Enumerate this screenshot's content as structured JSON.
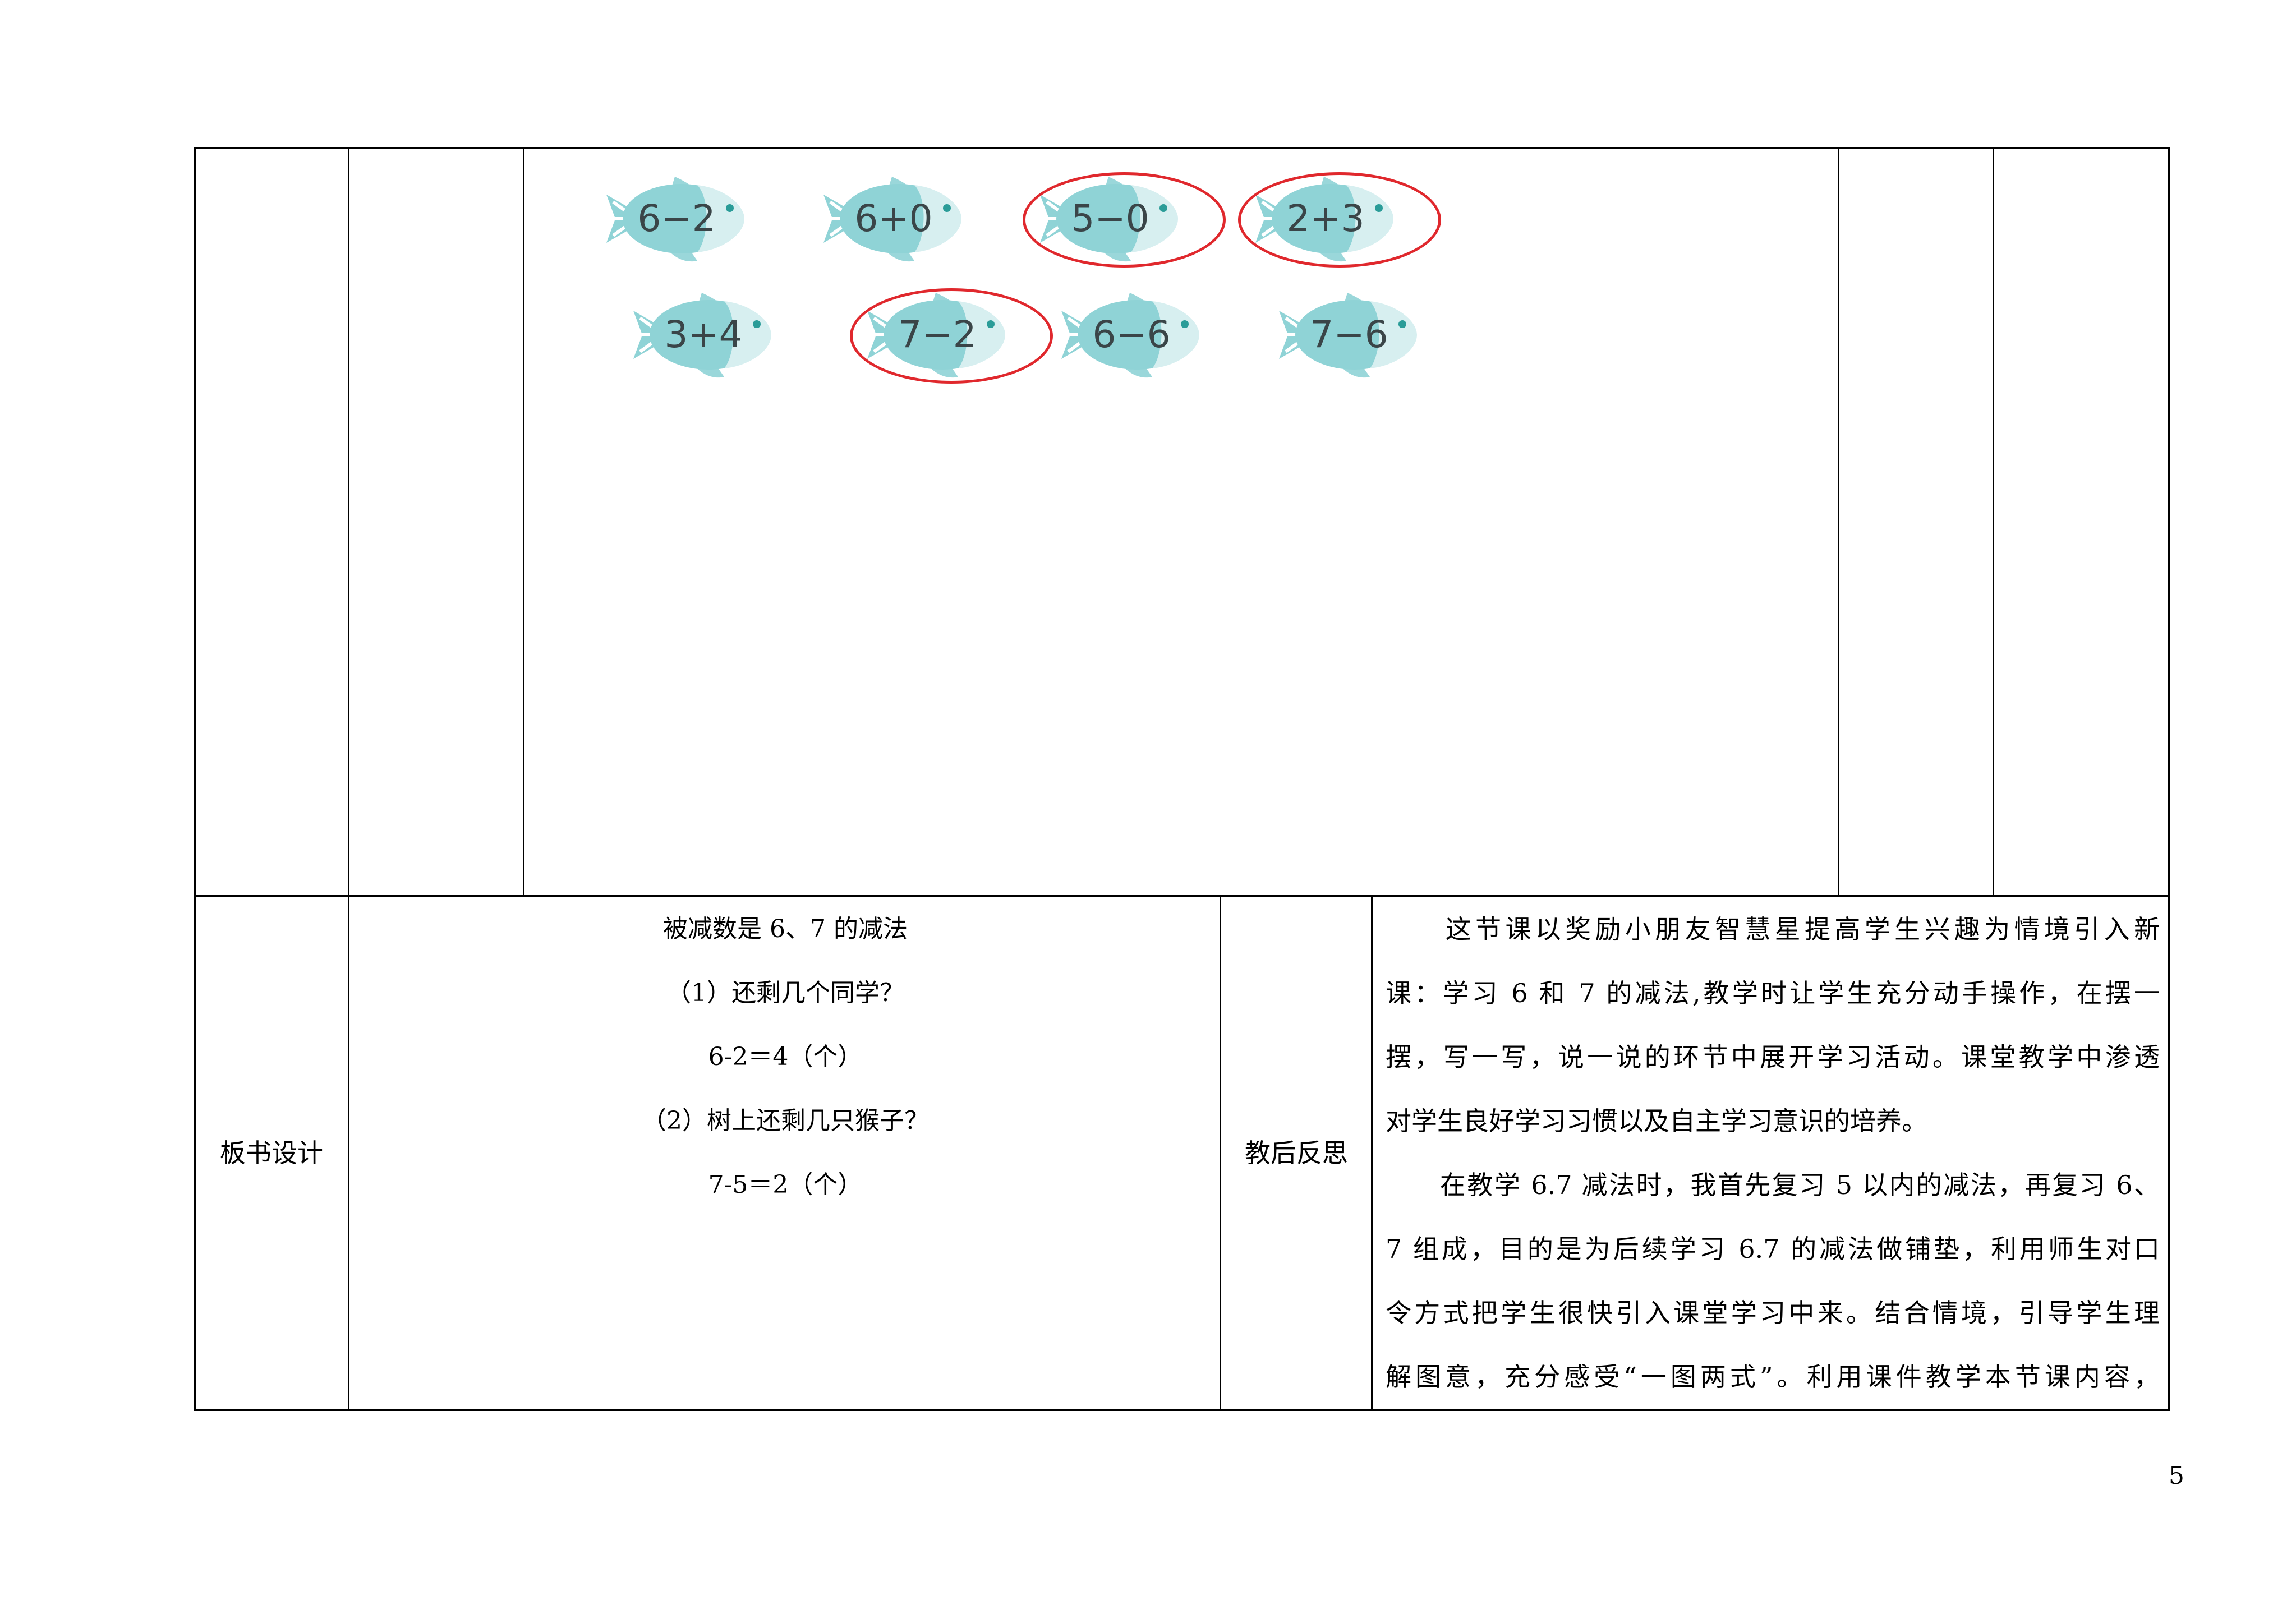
{
  "fish_rows": [
    [
      {
        "expr": "6−2",
        "circled": false
      },
      {
        "expr": "6+0",
        "circled": false
      },
      {
        "expr": "5−0",
        "circled": true
      },
      {
        "expr": "2+3",
        "circled": true
      }
    ],
    [
      {
        "expr": "3+4",
        "circled": false
      },
      {
        "expr": "7−2",
        "circled": true
      },
      {
        "expr": "6−6",
        "circled": false
      },
      {
        "expr": "7−6",
        "circled": false
      }
    ]
  ],
  "board_design": {
    "label": "板书设计",
    "lines": [
      "被减数是 6、7 的减法",
      "（1）还剩几个同学？",
      "6-2＝4（个）",
      "（2）树上还剩几只猴子？",
      "7-5＝2（个）"
    ]
  },
  "reflection": {
    "label": "教后反思",
    "lines": [
      "　　这节课以奖励小朋友智慧星提高学生兴趣为情境引入新",
      "课：学习 6 和 7 的减法,教学时让学生充分动手操作，在摆一",
      "摆，写一写，说一说的环节中展开学习活动。课堂教学中渗透",
      "对学生良好学习习惯以及自主学习意识的培养。",
      "　　在教学 6.7 减法时，我首先复习 5 以内的减法，再复习 6、",
      "7 组成，目的是为后续学习 6.7 的减法做铺垫，利用师生对口",
      "令方式把学生很快引入课堂学习中来。结合情境，引导学生理",
      "解图意，充分感受“一图两式”。利用课件教学本节课内容，"
    ]
  },
  "page_number": "5",
  "colors": {
    "fish_body": "#8fd3d6",
    "fish_head": "#d7eff0",
    "ring": "#e0282d"
  }
}
